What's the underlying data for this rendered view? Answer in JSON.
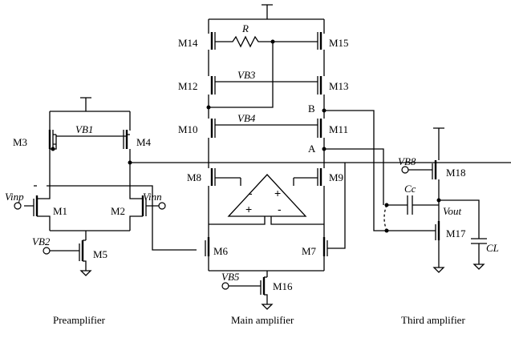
{
  "transistors": {
    "m1": "M1",
    "m2": "M2",
    "m3": "M3",
    "m4": "M4",
    "m5": "M5",
    "m6": "M6",
    "m7": "M7",
    "m8": "M8",
    "m9": "M9",
    "m10": "M10",
    "m11": "M11",
    "m12": "M12",
    "m13": "M13",
    "m14": "M14",
    "m15": "M15",
    "m16": "M16",
    "m17": "M17",
    "m18": "M18"
  },
  "bias_labels": {
    "vb1": "VB1",
    "vb2": "VB2",
    "vb3": "VB3",
    "vb4": "VB4",
    "vb5": "VB5",
    "vb8": "VB8"
  },
  "inputs": {
    "vinp": "Vinp",
    "vinn": "Vinn"
  },
  "components": {
    "resistor": "R",
    "cc": "Cc",
    "cl": "CL"
  },
  "nodes": {
    "a": "A",
    "b": "B",
    "vout": "Vout"
  },
  "opamp": {
    "plus": "+",
    "minus": "-"
  },
  "sections": {
    "pre": "Preamplifier",
    "main": "Main amplifier",
    "third": "Third amplifier"
  }
}
